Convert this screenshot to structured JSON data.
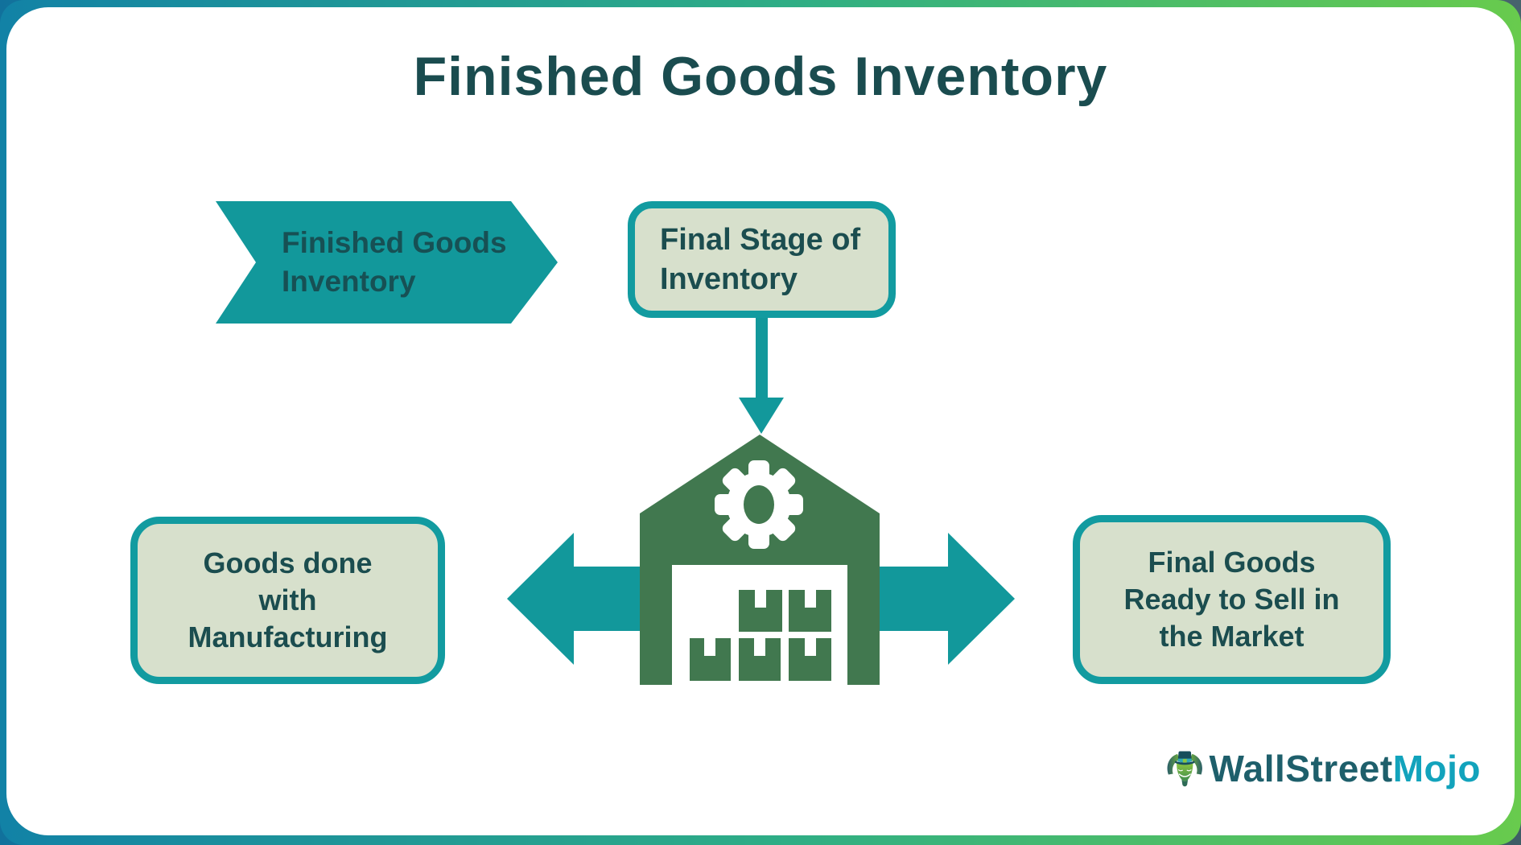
{
  "page": {
    "title": "Finished Goods Inventory"
  },
  "banner": {
    "l1": "Finished Goods",
    "l2": "Inventory"
  },
  "final_stage_box": {
    "l1": "Final Stage of",
    "l2": "Inventory"
  },
  "left_box": {
    "l1": "Goods done",
    "l2": "with",
    "l3": "Manufacturing"
  },
  "right_box": {
    "l1": "Final Goods",
    "l2": "Ready to Sell in",
    "l3": "the Market"
  },
  "logo": {
    "brand_part1": "WallStreet",
    "brand_part2": "Mojo"
  },
  "icons": {
    "center": "warehouse-icon",
    "on_warehouse": [
      "gear-icon",
      "box-icon x5"
    ],
    "arrows": [
      "down-arrow-icon",
      "left-arrow-icon",
      "right-arrow-icon"
    ],
    "brand": "bull-mascot-icon",
    "banner_shape": "ribbon-arrow"
  },
  "colors": {
    "teal": "#12989b",
    "teal_border": "#129ba0",
    "dark_text": "#1a4c4f",
    "light_green_fill": "#d7e0cc",
    "warehouse_green": "#41784f",
    "frame_gradient_left": "#1282a6",
    "frame_gradient_mid": "#2fae85",
    "frame_gradient_right": "#68cb4d",
    "logo_dark": "#1e5f6b",
    "logo_cyan": "#12a3bc",
    "card_bg": "#ffffff"
  }
}
